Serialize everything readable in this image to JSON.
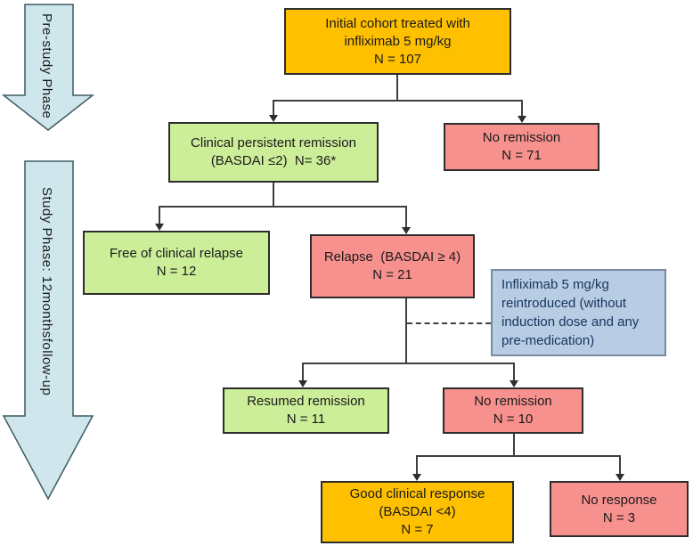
{
  "phases": {
    "pre_study": "Pre-study Phase",
    "study": "Study Phase: 12monthsfollow-up"
  },
  "nodes": {
    "initial": {
      "line1": "Initial cohort treated with",
      "line2": "infliximab 5 mg/kg",
      "line3": "N = 107"
    },
    "persistent_remission": {
      "line1": "Clinical persistent remission",
      "line2": "(BASDAI ≤2)  N= 36*"
    },
    "no_remission_1": {
      "line1": "No remission",
      "line2": "N = 71"
    },
    "free_of_relapse": {
      "line1": "Free of clinical relapse",
      "line2": "N = 12"
    },
    "relapse": {
      "line1": "Relapse  (BASDAI ≥ 4)",
      "line2": "N = 21"
    },
    "reintroduction_note": {
      "text": "Infliximab 5 mg/kg reintroduced (without induction dose and any pre-medication)"
    },
    "resumed_remission": {
      "line1": "Resumed remission",
      "line2": "N = 11"
    },
    "no_remission_2": {
      "line1": "No remission",
      "line2": "N = 10"
    },
    "good_response": {
      "line1": "Good clinical response",
      "line2": "(BASDAI <4)",
      "line3": "N = 7"
    },
    "no_response": {
      "line1": "No response",
      "line2": "N = 3"
    }
  },
  "colors": {
    "box_orange": "#FFC000",
    "box_green": "#CCEE99",
    "box_pink": "#F7918E",
    "note_blue_fill": "#B8CCE4",
    "note_blue_border": "#7A8AA0",
    "note_text": "#17365D",
    "phase_arrow_fill": "#CFE7EC",
    "phase_arrow_border": "#3D5A63",
    "connector": "#3F3F3F",
    "box_border": "#2D2D2D"
  }
}
